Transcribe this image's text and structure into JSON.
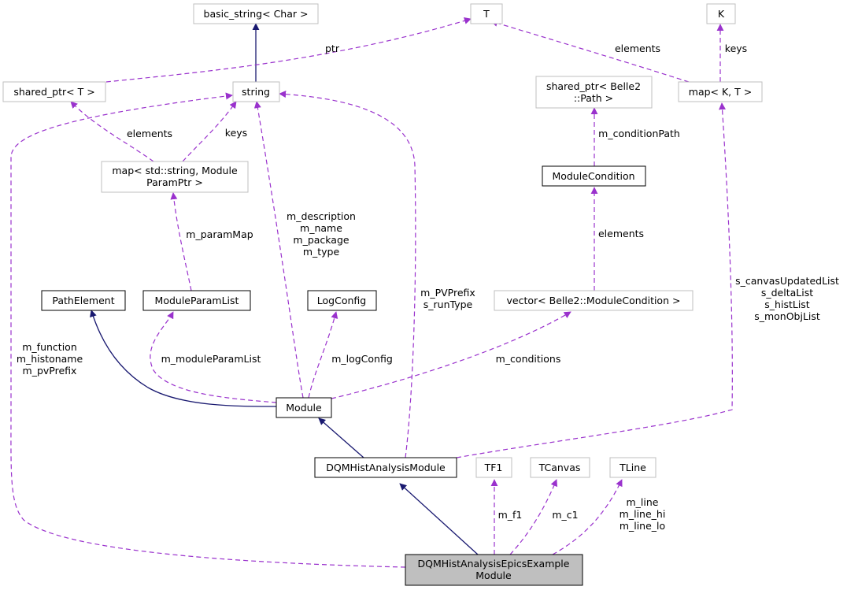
{
  "colors": {
    "inheritance_edge": "#191970",
    "usage_edge": "#9a32cd",
    "gray_border": "#bfbfbf",
    "black_border": "#000000",
    "focus_fill": "#bfbfbf",
    "node_fill": "#ffffff"
  },
  "nodes": {
    "basic_string": [
      "basic_string< Char >"
    ],
    "T": [
      "T"
    ],
    "K": [
      "K"
    ],
    "shared_ptr_T": [
      "shared_ptr< T >"
    ],
    "string": [
      "string"
    ],
    "shared_ptr_path": [
      "shared_ptr< Belle2",
      "::Path >"
    ],
    "map_KT": [
      "map< K, T >"
    ],
    "map_param": [
      "map< std::string, Module",
      "ParamPtr >"
    ],
    "module_condition": [
      "ModuleCondition"
    ],
    "path_element": [
      "PathElement"
    ],
    "module_param_list": [
      "ModuleParamList"
    ],
    "log_config": [
      "LogConfig"
    ],
    "vector_condition": [
      "vector< Belle2::ModuleCondition >"
    ],
    "module": [
      "Module"
    ],
    "dqm_hist": [
      "DQMHistAnalysisModule"
    ],
    "tf1": [
      "TF1"
    ],
    "tcanvas": [
      "TCanvas"
    ],
    "tline": [
      "TLine"
    ],
    "focus": [
      "DQMHistAnalysisEpicsExample",
      "Module"
    ]
  },
  "edge_labels": {
    "ptr": [
      "ptr"
    ],
    "elements_T": [
      "elements"
    ],
    "keys_K": [
      "keys"
    ],
    "elements_shared": [
      "elements"
    ],
    "keys_string": [
      "keys"
    ],
    "condition_path": [
      "m_conditionPath"
    ],
    "elements_condition": [
      "elements"
    ],
    "param_map": [
      "m_paramMap"
    ],
    "module_strings": [
      "m_description",
      "m_name",
      "m_package",
      "m_type"
    ],
    "pv_prefix": [
      "m_PVPrefix",
      "s_runType"
    ],
    "canvas_lists": [
      "s_canvasUpdatedList",
      "s_deltaList",
      "s_histList",
      "s_monObjList"
    ],
    "function_strings": [
      "m_function",
      "m_histoname",
      "m_pvPrefix"
    ],
    "module_param_list": [
      "m_moduleParamList"
    ],
    "log_config": [
      "m_logConfig"
    ],
    "conditions": [
      "m_conditions"
    ],
    "f1": [
      "m_f1"
    ],
    "c1": [
      "m_c1"
    ],
    "lines": [
      "m_line",
      "m_line_hi",
      "m_line_lo"
    ]
  }
}
